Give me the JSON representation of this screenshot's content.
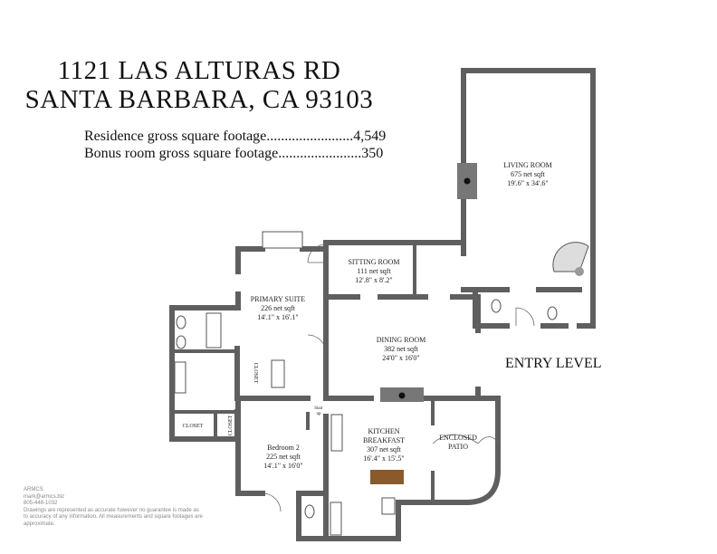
{
  "header": {
    "address_line1": "1121 LAS ALTURAS RD",
    "address_line2": "SANTA BARBARA, CA 93103",
    "residence_sqft": "Residence gross square footage........................4,549",
    "bonus_sqft": "Bonus room gross square footage.......................350"
  },
  "level_label": "ENTRY LEVEL",
  "rooms": {
    "living": {
      "name": "LIVING ROOM",
      "sqft": "675 net sqft",
      "dims": "19'.6\" x 34'.6\""
    },
    "sitting": {
      "name": "SITTING ROOM",
      "sqft": "111 net sqft",
      "dims": "12'.8\" x 8'.2\""
    },
    "primary": {
      "name": "PRIMARY SUITE",
      "sqft": "226 net sqft",
      "dims": "14'.1\" x 16'.1\""
    },
    "dining": {
      "name": "DINING ROOM",
      "sqft": "382 net sqft",
      "dims": "24'0\" x 16'0\""
    },
    "kitchen": {
      "name1": "KITCHEN",
      "name2": "BREAKFAST",
      "sqft": "307 net sqft",
      "dims": "16'.4\" x 15'.5\""
    },
    "patio": {
      "name1": "ENCLOSED",
      "name2": "PATIO"
    },
    "bedroom2": {
      "name": "Bedroom 2",
      "sqft": "225 net sqft",
      "dims": "14'.1\" x 16'0\""
    },
    "closet1": "CLOSET",
    "closet2": "CLOSET",
    "closet3": "CLOSET",
    "stair1": "Stair",
    "stair2": "up"
  },
  "footer": {
    "company": "ARMCS",
    "email": "mark@armcs.biz",
    "phone": "805-448-1032",
    "disclaimer": "Drawings are represented as accurate however no guarantee is made as to accuracy of any information. All measurements and square footages are approximate."
  }
}
